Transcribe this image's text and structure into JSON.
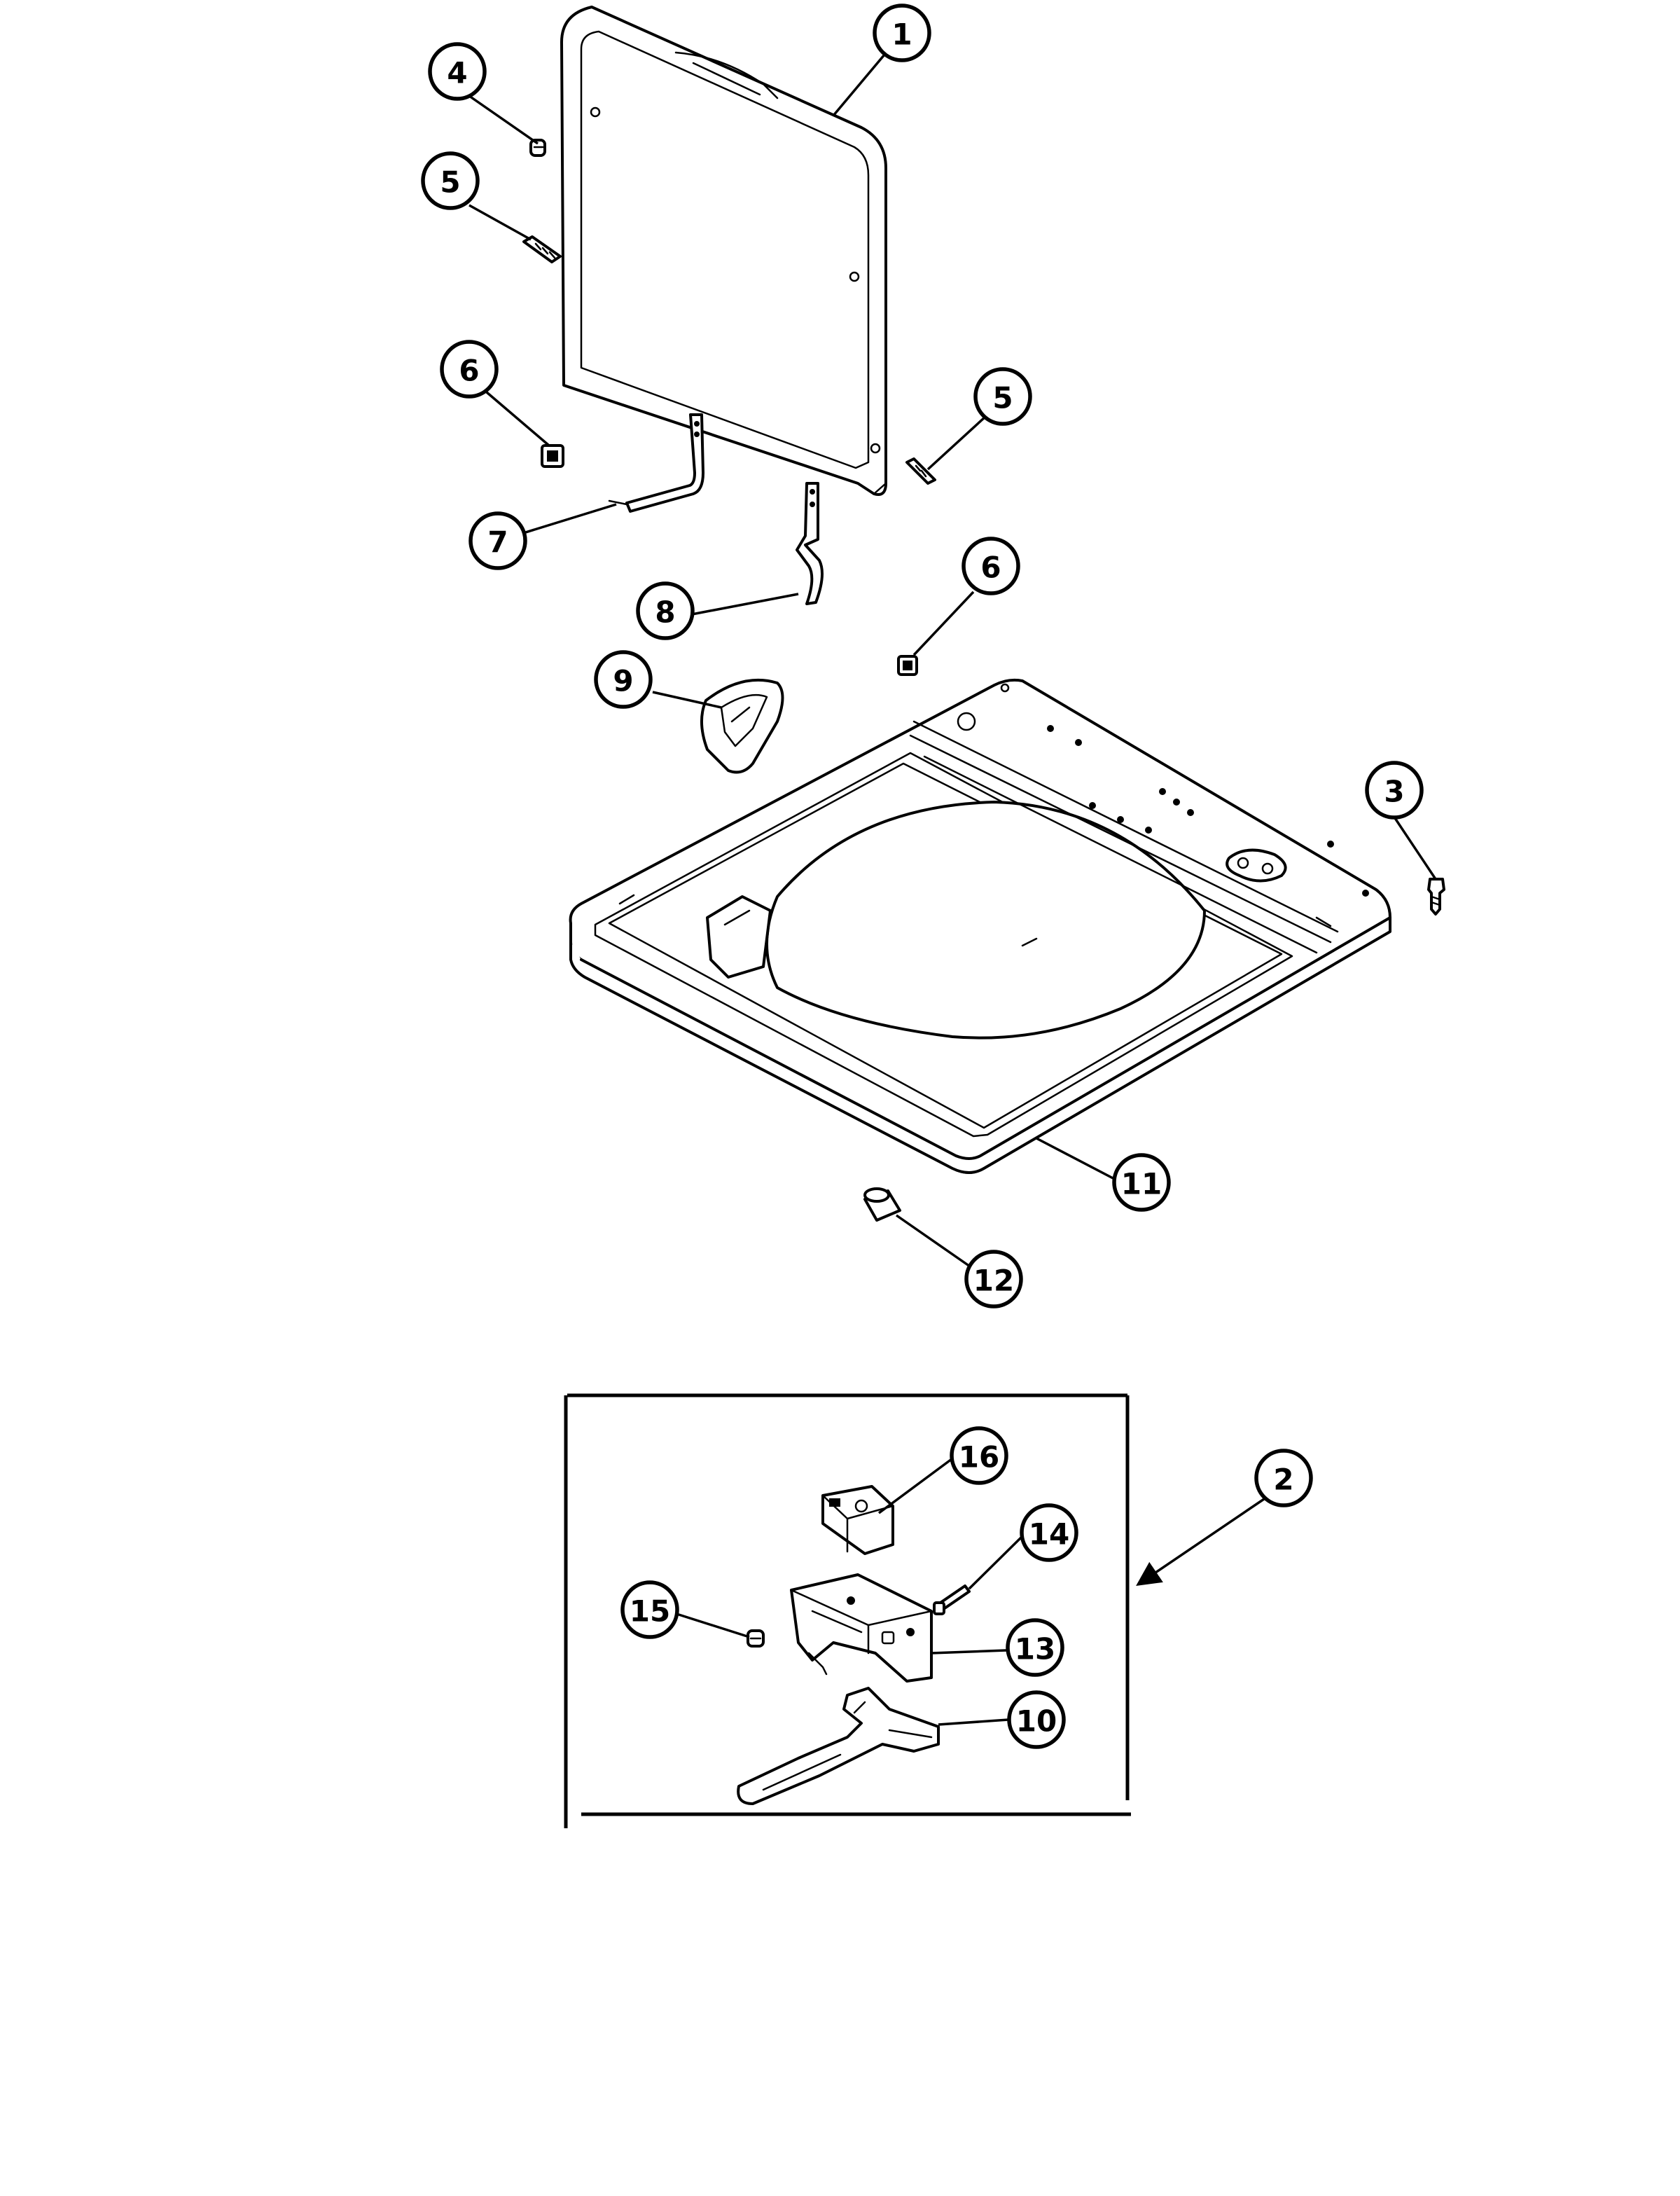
{
  "callouts": [
    {
      "id": "c1",
      "label": "1"
    },
    {
      "id": "c4",
      "label": "4"
    },
    {
      "id": "c5a",
      "label": "5"
    },
    {
      "id": "c6a",
      "label": "6"
    },
    {
      "id": "c5b",
      "label": "5"
    },
    {
      "id": "c7",
      "label": "7"
    },
    {
      "id": "c8",
      "label": "8"
    },
    {
      "id": "c6b",
      "label": "6"
    },
    {
      "id": "c9",
      "label": "9"
    },
    {
      "id": "c3",
      "label": "3"
    },
    {
      "id": "c11",
      "label": "11"
    },
    {
      "id": "c12",
      "label": "12"
    },
    {
      "id": "c16",
      "label": "16"
    },
    {
      "id": "c2",
      "label": "2"
    },
    {
      "id": "c14",
      "label": "14"
    },
    {
      "id": "c15",
      "label": "15"
    },
    {
      "id": "c13",
      "label": "13"
    },
    {
      "id": "c10",
      "label": "10"
    }
  ]
}
